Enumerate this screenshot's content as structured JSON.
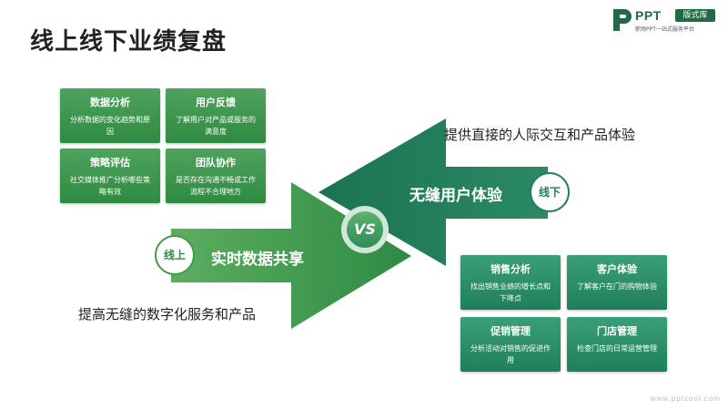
{
  "title": "线上线下业绩复盘",
  "logo": {
    "brand": "PPT",
    "badge": "版式库",
    "tagline": "职场PPT一站式服务平台"
  },
  "online": {
    "label": "线上",
    "arrow_text": "实时数据共享",
    "caption": "提高无缝的数字化服务和产品",
    "cards": [
      {
        "title": "数据分析",
        "desc": "分析数据的变化趋势和原因"
      },
      {
        "title": "用户反馈",
        "desc": "了解用户对产品或服务的满意度"
      },
      {
        "title": "策略评估",
        "desc": "社交媒体推广分析哪些策略有效"
      },
      {
        "title": "团队协作",
        "desc": "是否存在沟通不畅或工作流程不合理地方"
      }
    ]
  },
  "offline": {
    "label": "线下",
    "arrow_text": "无缝用户体验",
    "caption": "提供直接的人际交互和产品体验",
    "cards": [
      {
        "title": "销售分析",
        "desc": "找出销售业绩的增长点和下降点"
      },
      {
        "title": "客户体验",
        "desc": "了解客户在门的购物体验"
      },
      {
        "title": "促销管理",
        "desc": "分析活动对销售的促进作用"
      },
      {
        "title": "门店管理",
        "desc": "检查门店的日常运营管理"
      }
    ]
  },
  "vs_label": "VS",
  "watermark": "www.pptcool.com",
  "colors": {
    "online_green": "#2f8a42",
    "offline_teal": "#1f7f59",
    "title": "#222222"
  }
}
